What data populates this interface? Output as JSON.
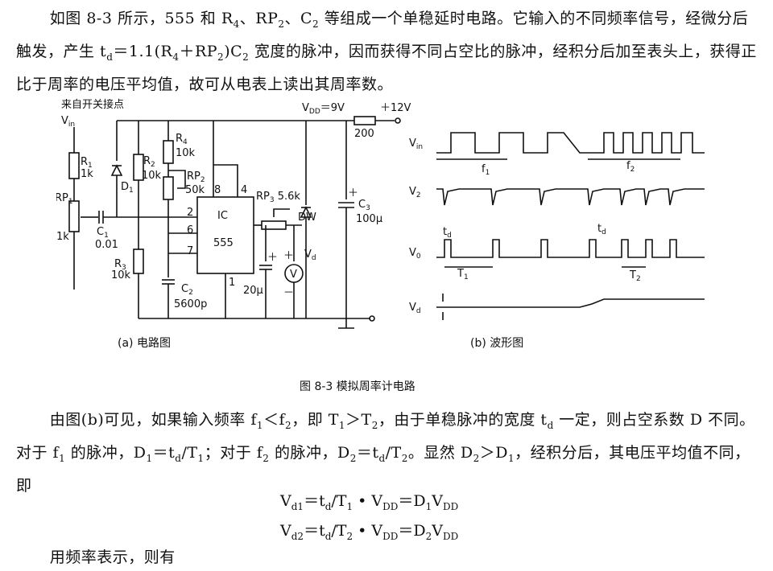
{
  "top_paragraph": {
    "p1": "如图 8-3 所示，555 和 R",
    "sub_r4": "4",
    "p2": "、RP",
    "sub_rp2": "2",
    "p3": "、C",
    "sub_c2": "2",
    "p4": " 等组成一个单稳延时电路。它输入的不同频率信号，经微分后触发，产生 t",
    "sub_d": "d",
    "p5": "＝1.1(R",
    "sub_r4b": "4",
    "p6": "＋RP",
    "sub_rp2b": "2",
    "p7": ")C",
    "sub_c2b": "2",
    "p8": " 宽度的脉冲，因而获得不同占空比的脉冲，经积分后加至表头上，获得正比于周率的电压平均值，故可从电表上读出其周率数。"
  },
  "circuit": {
    "input_note": "来自开关接点",
    "vin": "V",
    "vin_sub": "in",
    "vdd": "V",
    "vdd_sub": "DD",
    "vdd_val": "＝9V",
    "plus12": "＋12V",
    "r200": "200",
    "r1": "R",
    "r1_sub": "1",
    "r1_val": "1k",
    "rp1": "RP",
    "rp1_sub": "1",
    "rp1_val": "1k",
    "c1": "C",
    "c1_sub": "1",
    "c1_val": "0.01",
    "d1": "D",
    "d1_sub": "1",
    "r2": "R",
    "r2_sub": "2",
    "r2_val": "10k",
    "r3": "R",
    "r3_sub": "3",
    "r3_val": "10k",
    "r4": "R",
    "r4_sub": "4",
    "r4_val": "10k",
    "rp2": "RP",
    "rp2_sub": "2",
    "rp2_val": "50k",
    "c2": "C",
    "c2_sub": "2",
    "c2_val": "5600p",
    "ic": "IC",
    "ic_num": "555",
    "pin8": "8",
    "pin4": "4",
    "pin2": "2",
    "pin6": "6",
    "pin7": "7",
    "pin1": "1",
    "rp3": "RP",
    "rp3_sub": "3",
    "rp3_val": " 5.6k",
    "dw": "DW",
    "c3": "C",
    "c3_sub": "3",
    "c3_val": "100μ",
    "cap20": "20μ",
    "vd": "V",
    "vd_sub": "d",
    "meter": "V",
    "plus": "＋",
    "minus": "－"
  },
  "waveform": {
    "vin": "V",
    "vin_sub": "in",
    "v2": "V",
    "v2_sub": "2",
    "v0": "V",
    "v0_sub": "0",
    "vd": "V",
    "vd_sub": "d",
    "f1": "f",
    "f1_sub": "1",
    "f2": "f",
    "f2_sub": "2",
    "td": "t",
    "td_sub": "d",
    "t1": "T",
    "t1_sub": "1",
    "t2": "T",
    "t2_sub": "2"
  },
  "captions": {
    "a": "(a)  电路图",
    "b": "(b)  波形图",
    "fig": "图 8-3    模拟周率计电路"
  },
  "bottom_paragraph": {
    "b1": "由图(b)可见，如果输入频率 f",
    "s1": "1",
    "b2": "＜f",
    "s2": "2",
    "b3": "，即 T",
    "s3": "1",
    "b4": "＞T",
    "s4": "2",
    "b5": "，由于单稳脉冲的宽度 t",
    "s5": "d",
    "b6": " 一定，则占空系数 D 不同。对于 f",
    "s6": "1",
    "b7": " 的脉冲，D",
    "s7": "1",
    "b8": "＝t",
    "s8": "d",
    "b9": "/T",
    "s9": "1",
    "b10": "；对于 f",
    "s10": "2",
    "b11": " 的脉冲，D",
    "s11": "2",
    "b12": "＝t",
    "s12": "d",
    "b13": "/T",
    "s13": "2",
    "b14": "。显然 D",
    "s14": "2",
    "b15": "＞D",
    "s15": "1",
    "b16": "，经积分后，其电压平均值不同，即"
  },
  "equations": {
    "e1": [
      "V",
      "d1",
      "＝t",
      "d",
      "/T",
      "1",
      " • V",
      "DD",
      "＝D",
      "1",
      "V",
      "DD"
    ],
    "e2": [
      "V",
      "d2",
      "＝t",
      "d",
      "/T",
      "2",
      " • V",
      "DD",
      "＝D",
      "2",
      "V",
      "DD"
    ]
  },
  "last_line": "用频率表示，则有"
}
